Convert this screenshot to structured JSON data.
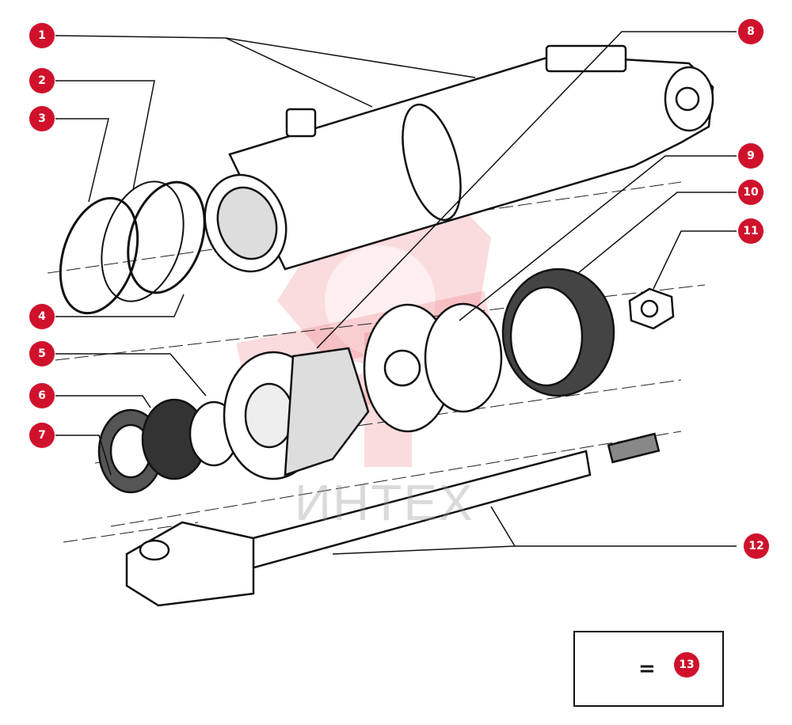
{
  "diagram": {
    "watermark": "ИНТЕХ",
    "accent_color": "#d0112b",
    "markers": [
      {
        "id": "1",
        "label": "1"
      },
      {
        "id": "2",
        "label": "2"
      },
      {
        "id": "3",
        "label": "3"
      },
      {
        "id": "4",
        "label": "4"
      },
      {
        "id": "5",
        "label": "5"
      },
      {
        "id": "6",
        "label": "6"
      },
      {
        "id": "7",
        "label": "7"
      },
      {
        "id": "8",
        "label": "8"
      },
      {
        "id": "9",
        "label": "9"
      },
      {
        "id": "10",
        "label": "10"
      },
      {
        "id": "11",
        "label": "11"
      },
      {
        "id": "12",
        "label": "12"
      },
      {
        "id": "13",
        "label": "13"
      }
    ],
    "kit": {
      "equals": "="
    }
  }
}
